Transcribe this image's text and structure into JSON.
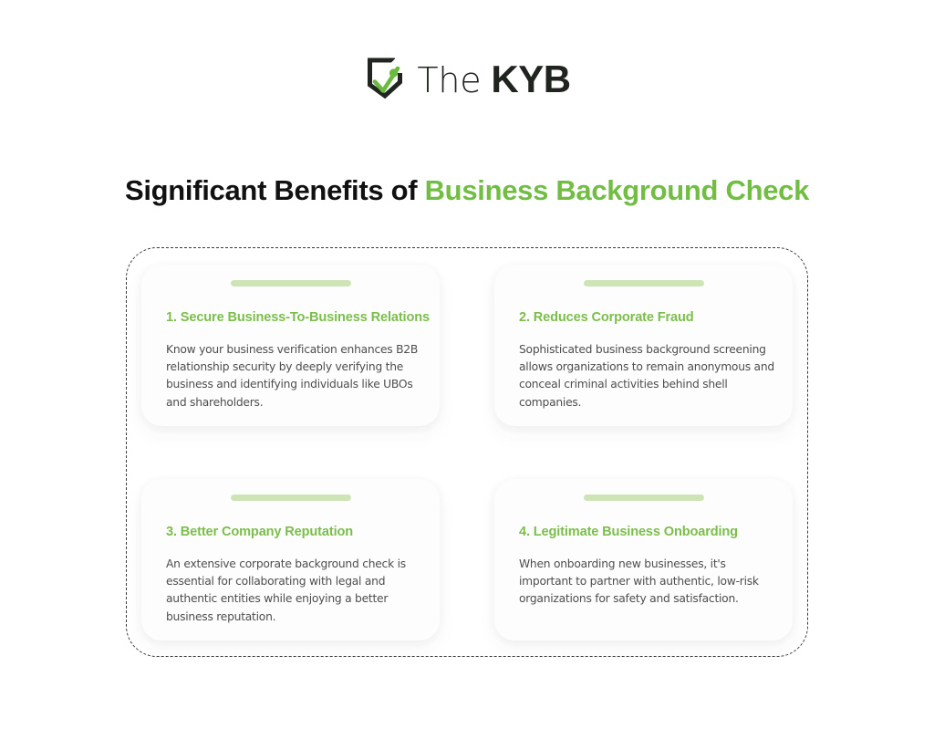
{
  "brand": {
    "logo_icon": "kyb-shield-check-icon",
    "word_the": "The",
    "word_kyb": "KYB"
  },
  "heading": {
    "text_dark": "Significant Benefits of ",
    "text_accent": "Business Background Check"
  },
  "colors": {
    "accent_green": "#72be44",
    "card_heading_green": "#7cbe4b",
    "accent_bar_green": "#cfe4b6",
    "body_text": "#4e4e4e",
    "heading_dark": "#111111",
    "dashed_border": "#3b3b3b",
    "page_background": "#ffffff",
    "card_background": "#fdfdfd"
  },
  "cards": [
    {
      "accent_bar": "card-accent-bar",
      "heading": "1.  Secure Business-To-Business Relations",
      "body": "Know your business verification enhances B2B relationship security by deeply verifying the business and identifying individuals like UBOs and shareholders."
    },
    {
      "accent_bar": "card-accent-bar",
      "heading": "2.  Reduces Corporate Fraud",
      "body": "Sophisticated business background screening allows organizations to remain anonymous and conceal criminal activities behind shell companies."
    },
    {
      "accent_bar": "card-accent-bar",
      "heading": "3.  Better Company Reputation",
      "body": "An extensive corporate background check is essential for collaborating with legal and authentic entities while enjoying a better business reputation."
    },
    {
      "accent_bar": "card-accent-bar",
      "heading": "4.  Legitimate Business Onboarding",
      "body": "When onboarding new businesses, it's important to partner with authentic, low-risk organizations for safety and satisfaction."
    }
  ]
}
